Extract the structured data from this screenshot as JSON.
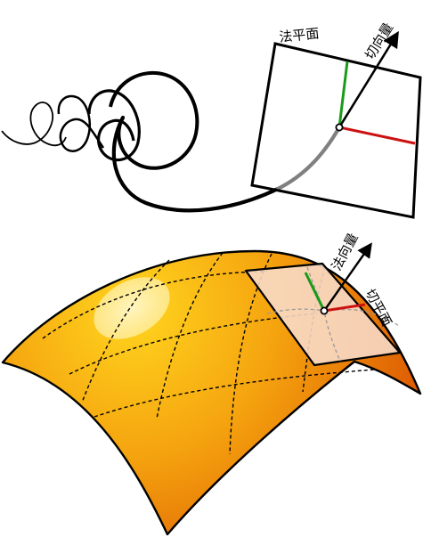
{
  "top_figure": {
    "normal_plane_label": "法平面",
    "tangent_vector_label": "切向量",
    "colors": {
      "curve": "#000000",
      "curve_fade": "#808080",
      "plane_edge": "#000000",
      "principal_normal": "#1a9a1a",
      "binormal": "#cc1111",
      "point_fill": "#ffffff"
    }
  },
  "bottom_figure": {
    "normal_vector_label": "法向量",
    "tangent_plane_label": "切平面",
    "colors": {
      "surface_light": "#ffd51e",
      "surface_mid": "#f5a30f",
      "surface_dark": "#d94f00",
      "highlight": "#fff2b0",
      "tangent_plane_fill": "#f8dccb",
      "grid_dash": "#000000",
      "green_vector": "#1a9a1a",
      "red_vector": "#cc1111"
    }
  }
}
